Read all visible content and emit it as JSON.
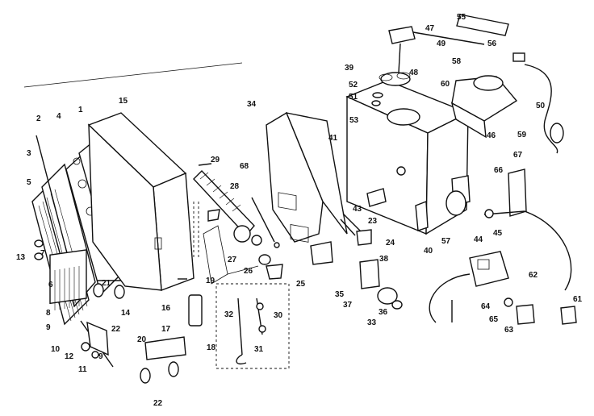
{
  "diagram": {
    "callouts": [
      "1",
      "2",
      "3",
      "4",
      "5",
      "6",
      "7",
      "8",
      "9",
      "10",
      "11",
      "12",
      "13",
      "14",
      "15",
      "16",
      "17",
      "18",
      "19",
      "20",
      "21",
      "22",
      "23",
      "24",
      "25",
      "26",
      "27",
      "28",
      "29",
      "30",
      "31",
      "32",
      "33",
      "34",
      "35",
      "36",
      "37",
      "38",
      "39",
      "40",
      "41",
      "43",
      "44",
      "45",
      "46",
      "47",
      "48",
      "49",
      "50",
      "51",
      "52",
      "53",
      "55",
      "56",
      "57",
      "58",
      "59",
      "60",
      "61",
      "62",
      "63",
      "64",
      "65",
      "66",
      "67",
      "68"
    ]
  }
}
